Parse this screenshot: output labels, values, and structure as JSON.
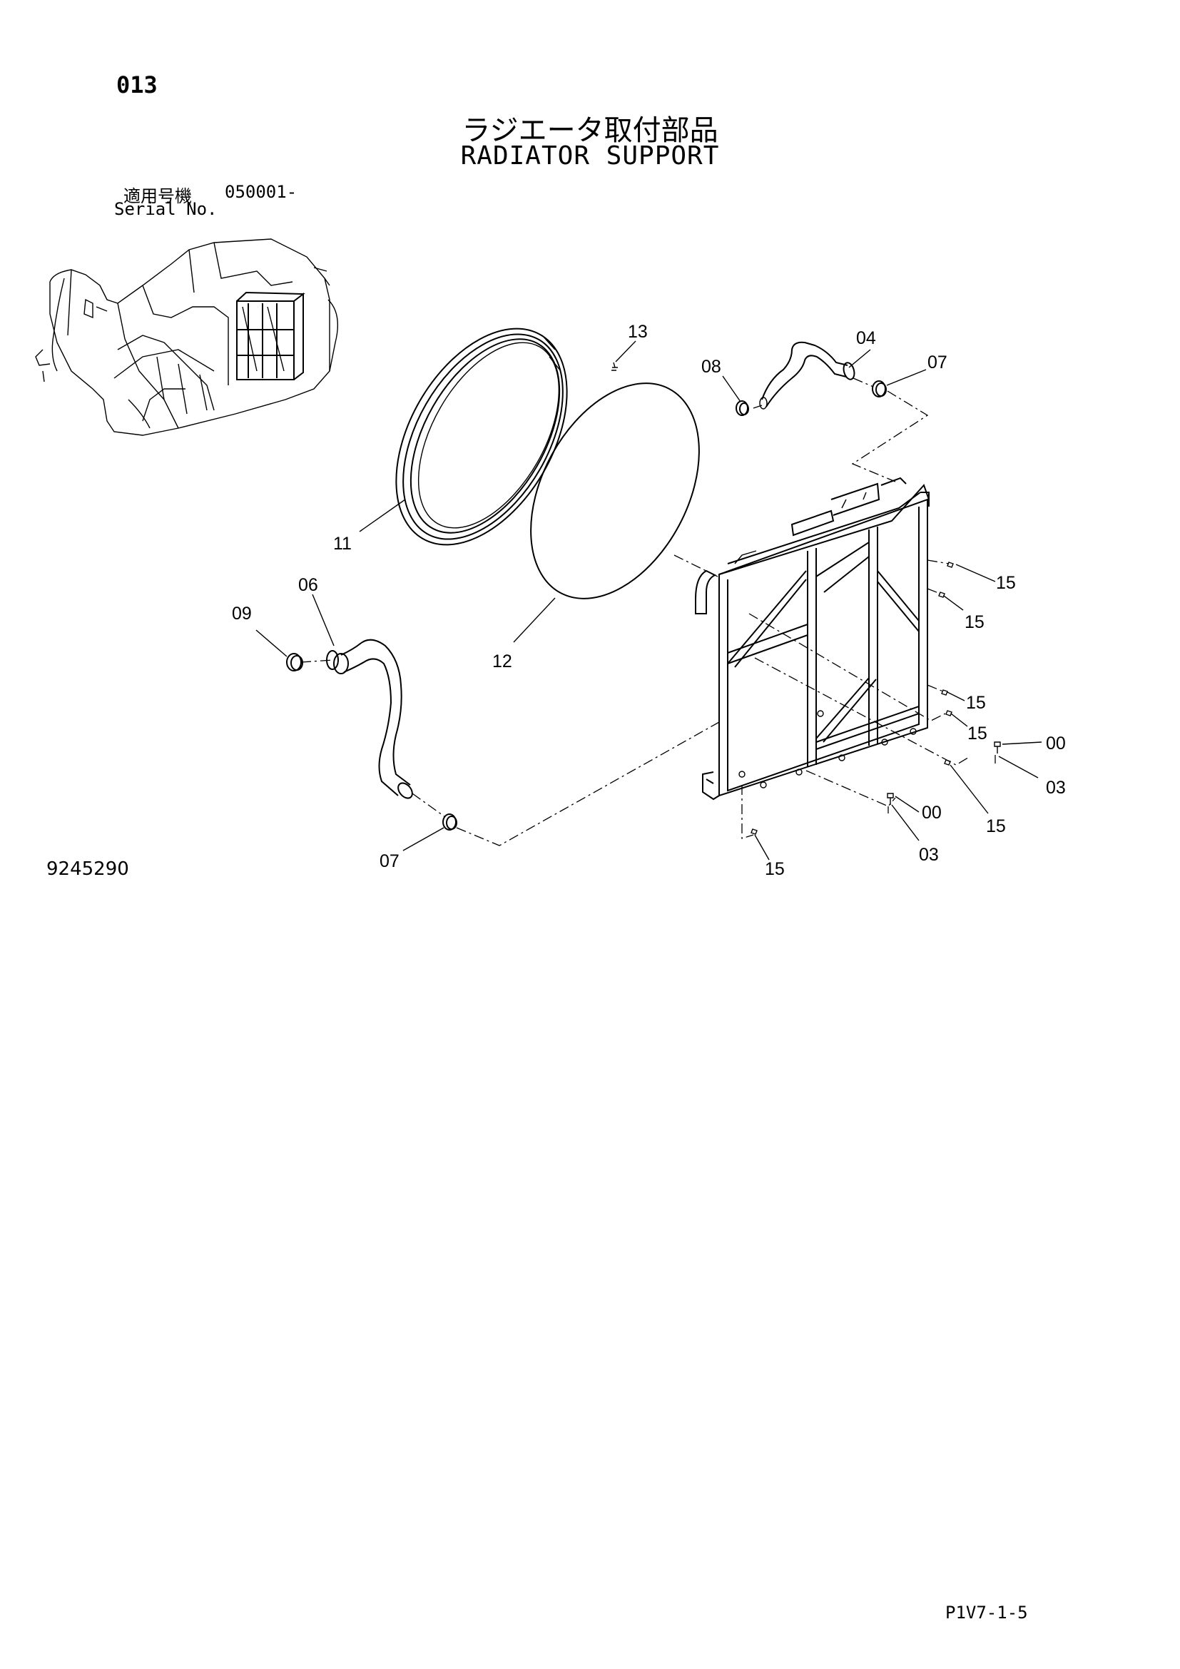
{
  "header": {
    "page_number": "013",
    "title_ja": "ラジエータ取付部品",
    "title_en": "RADIATOR SUPPORT",
    "serial_label_ja": "適用号機",
    "serial_number": "050001-",
    "serial_label_en": "Serial No."
  },
  "footer": {
    "drawing_number": "9245290",
    "page_code": "P1V7-1-5"
  },
  "callouts": {
    "c13": "13",
    "c04": "04",
    "c08": "08",
    "c07_top": "07",
    "c11": "11",
    "c12": "12",
    "c06": "06",
    "c09": "09",
    "c15_a": "15",
    "c15_b": "15",
    "c15_c": "15",
    "c15_d": "15",
    "c00_a": "00",
    "c03_a": "03",
    "c00_b": "00",
    "c15_e": "15",
    "c03_b": "03",
    "c07_bottom": "07",
    "c15_f": "15"
  }
}
